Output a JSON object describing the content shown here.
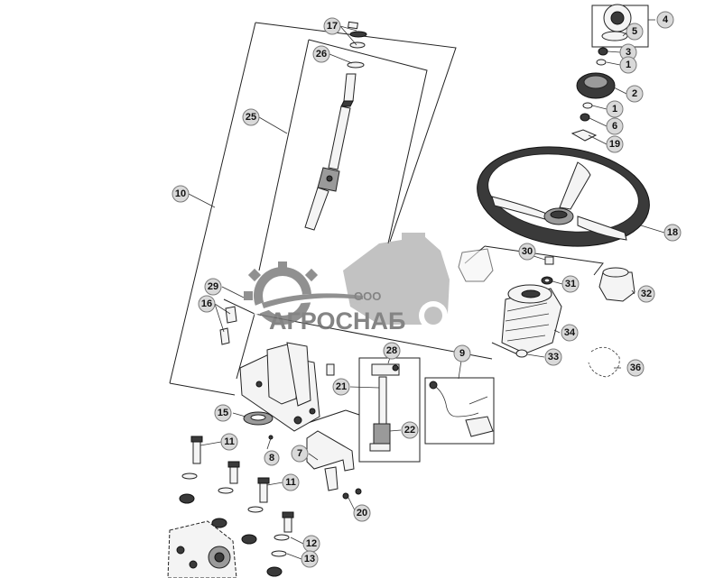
{
  "watermark": {
    "company_prefix": "ООО",
    "company_name": "АГРОСНАБ"
  },
  "callouts": [
    {
      "label": "17"
    },
    {
      "label": "26"
    },
    {
      "label": "25"
    },
    {
      "label": "10"
    },
    {
      "label": "4"
    },
    {
      "label": "5"
    },
    {
      "label": "3"
    },
    {
      "label": "1"
    },
    {
      "label": "2"
    },
    {
      "label": "1"
    },
    {
      "label": "6"
    },
    {
      "label": "19"
    },
    {
      "label": "18"
    },
    {
      "label": "30"
    },
    {
      "label": "31"
    },
    {
      "label": "32"
    },
    {
      "label": "34"
    },
    {
      "label": "33"
    },
    {
      "label": "36"
    },
    {
      "label": "29"
    },
    {
      "label": "16"
    },
    {
      "label": "9"
    },
    {
      "label": "28"
    },
    {
      "label": "21"
    },
    {
      "label": "22"
    },
    {
      "label": "15"
    },
    {
      "label": "11"
    },
    {
      "label": "8"
    },
    {
      "label": "7"
    },
    {
      "label": "11"
    },
    {
      "label": "20"
    },
    {
      "label": "12"
    },
    {
      "label": "13"
    }
  ]
}
